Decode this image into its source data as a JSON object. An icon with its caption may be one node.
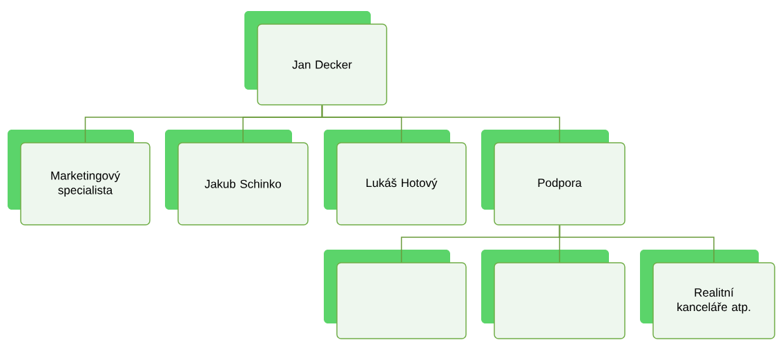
{
  "diagram": {
    "nodes": [
      {
        "text": [
          "Jan Decker"
        ]
      },
      {
        "text": [
          "Marketingový specialista"
        ]
      },
      {
        "text": [
          "Jakub Schinko"
        ]
      },
      {
        "text": [
          "Lukáš Hotový"
        ]
      },
      {
        "text": [
          "Podpora"
        ]
      },
      {
        "text": [],
        "shape": "box"
      },
      {
        "text": [],
        "shape": "box"
      },
      {
        "text": [
          "Realitní kanceláře atp."
        ]
      }
    ],
    "edges": [
      {
        "from": 0,
        "to": 1,
        "arrow": "none"
      },
      {
        "from": 0,
        "to": 2,
        "arrow": "none"
      },
      {
        "from": 0,
        "to": 3,
        "arrow": "none"
      },
      {
        "from": 0,
        "to": 4,
        "arrow": "none"
      },
      {
        "from": 4,
        "to": 5,
        "arrow": "none"
      },
      {
        "from": 4,
        "to": 6,
        "arrow": "none"
      },
      {
        "from": 4,
        "to": 7,
        "arrow": "none"
      }
    ]
  }
}
